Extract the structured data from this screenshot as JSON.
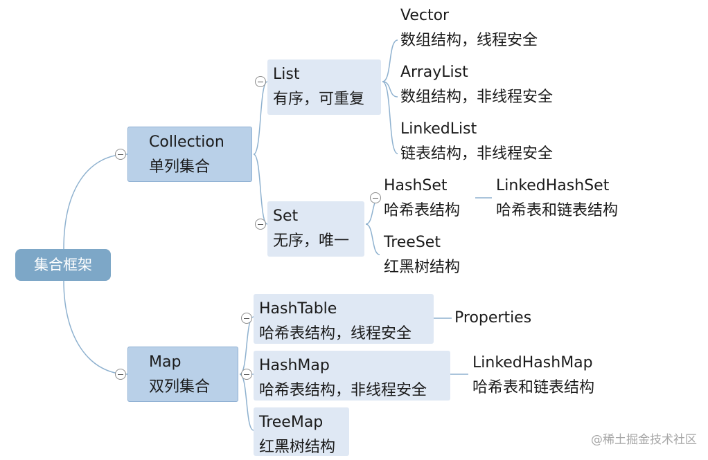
{
  "root": {
    "label": "集合框架"
  },
  "collection": {
    "title": "Collection",
    "desc": "单列集合"
  },
  "list": {
    "title": "List",
    "desc": "有序，可重复"
  },
  "vector": {
    "title": "Vector",
    "desc": "数组结构，线程安全"
  },
  "arraylist": {
    "title": "ArrayList",
    "desc": "数组结构，非线程安全"
  },
  "linkedlist": {
    "title": "LinkedList",
    "desc": "链表结构，非线程安全"
  },
  "set": {
    "title": "Set",
    "desc": "无序，唯一"
  },
  "hashset": {
    "title": "HashSet",
    "desc": "哈希表结构"
  },
  "linkedhashset": {
    "title": "LinkedHashSet",
    "desc": "哈希表和链表结构"
  },
  "treeset": {
    "title": "TreeSet",
    "desc": "红黑树结构"
  },
  "map": {
    "title": "Map",
    "desc": "双列集合"
  },
  "hashtable": {
    "title": "HashTable",
    "desc": "哈希表结构，线程安全"
  },
  "properties": {
    "title": "Properties"
  },
  "hashmap": {
    "title": "HashMap",
    "desc": "哈希表结构，非线程安全"
  },
  "linkedhashmap": {
    "title": "LinkedHashMap",
    "desc": "哈希表和链表结构"
  },
  "treemap": {
    "title": "TreeMap",
    "desc": "红黑树结构"
  },
  "watermark": "@稀土掘金技术社区"
}
